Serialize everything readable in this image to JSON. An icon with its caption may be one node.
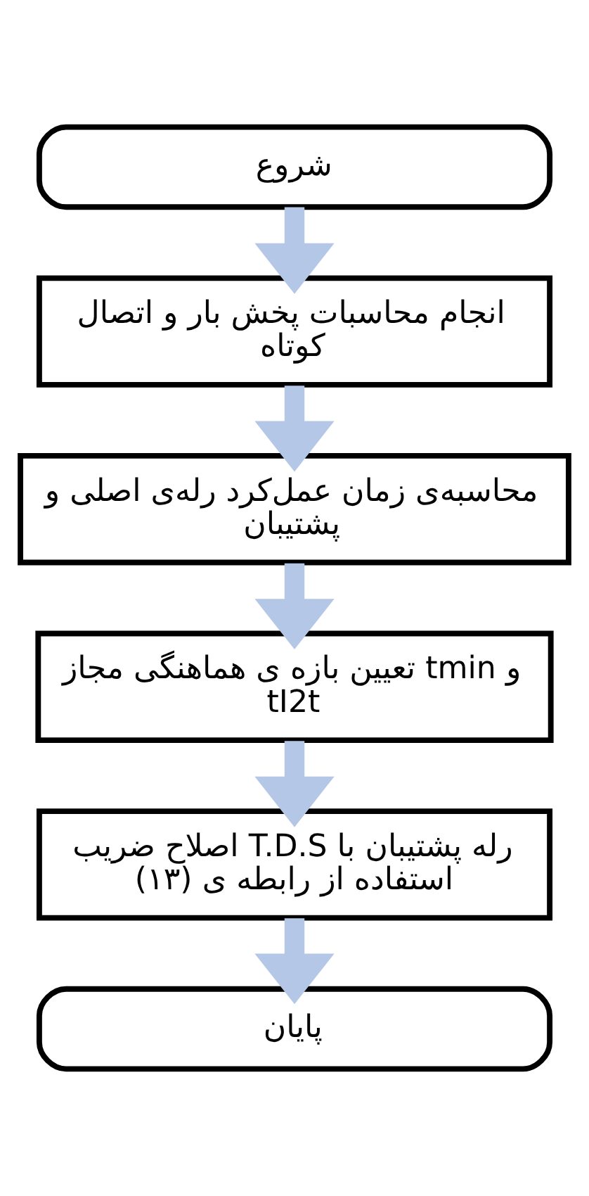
{
  "diagram": {
    "nodes": [
      {
        "text": [
          "شروع"
        ]
      },
      {
        "text": [
          "انجام محاسبات پخش بار و اتصال کوتاه"
        ]
      },
      {
        "text": [
          "محاسبه‌ی زمان عمل‌کرد رله‌ی اصلی و پشتیبان"
        ]
      },
      {
        "text": [
          "تعیین بازه ی هماهنگی مجاز tmin و tI2t"
        ]
      },
      {
        "text": [
          "اصلاح ضریب T.D.S رله پشتیبان با استفاده از رابطه ی (۱۳)"
        ]
      },
      {
        "text": [
          "پایان"
        ]
      }
    ],
    "edges": [
      {
        "from": 0,
        "to": 1,
        "arrow": "to"
      },
      {
        "from": 1,
        "to": 2,
        "arrow": "to"
      },
      {
        "from": 2,
        "to": 3,
        "arrow": "to"
      },
      {
        "from": 3,
        "to": 4,
        "arrow": "to"
      },
      {
        "from": 4,
        "to": 5,
        "arrow": "to"
      }
    ]
  }
}
